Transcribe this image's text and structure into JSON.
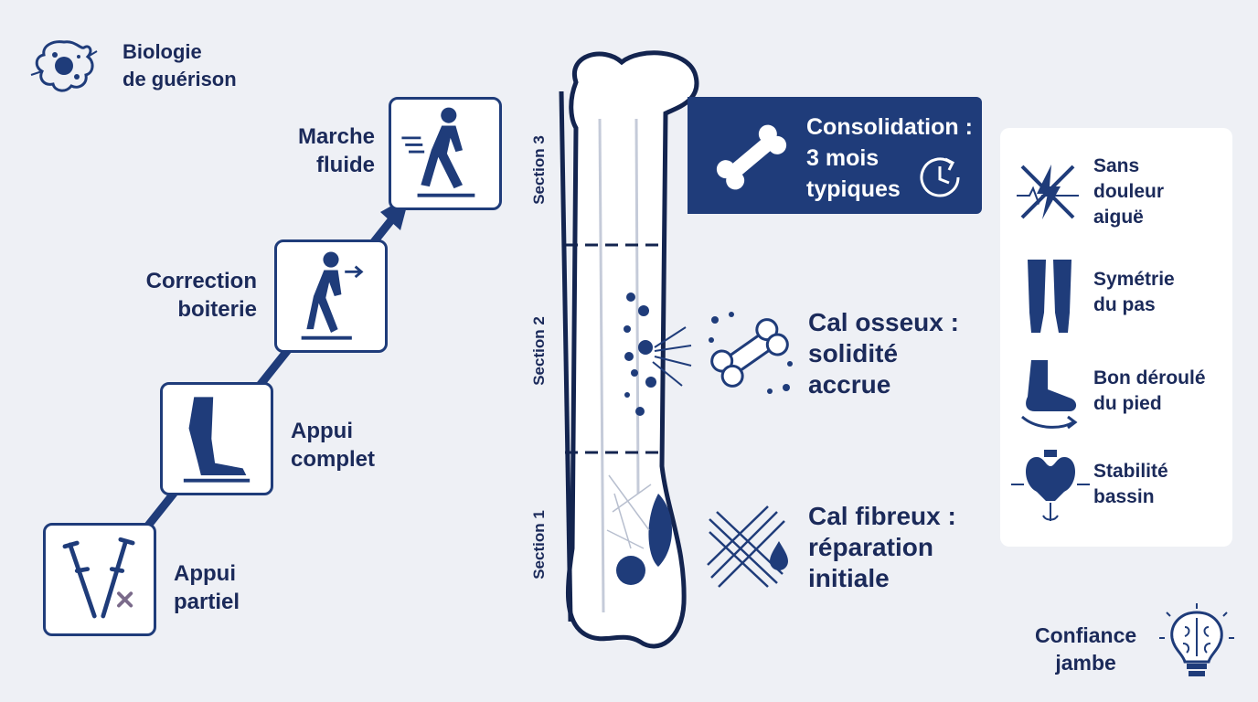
{
  "biology": {
    "line1": "Biologie",
    "line2": "de guérison"
  },
  "steps": [
    {
      "line1": "Appui",
      "line2": "partiel"
    },
    {
      "line1": "Appui",
      "line2": "complet"
    },
    {
      "line1": "Correction",
      "line2": "boiterie"
    },
    {
      "line1": "Marche",
      "line2": "fluide"
    }
  ],
  "sections": [
    "Section 3",
    "Section 2",
    "Section 1"
  ],
  "consolidation": {
    "line1": "Consolidation :",
    "line2": "3 mois",
    "line3": "typiques"
  },
  "cal_osseux": {
    "line1": "Cal osseux :",
    "line2": "solidité",
    "line3": "accrue"
  },
  "cal_fibreux": {
    "line1": "Cal fibreux :",
    "line2": "réparation",
    "line3": "initiale"
  },
  "outcomes": [
    {
      "line1": "Sans",
      "line2": "douleur",
      "line3": "aiguë"
    },
    {
      "line1": "Symétrie",
      "line2": "du pas"
    },
    {
      "line1": "Bon déroulé",
      "line2": "du pied"
    },
    {
      "line1": "Stabilité",
      "line2": "bassin"
    }
  ],
  "confidence": {
    "line1": "Confiance",
    "line2": "jambe"
  },
  "colors": {
    "navy": "#1f3c7a",
    "dark_text": "#1b2a5a",
    "background": "#eef0f5",
    "accent_x": "#7a6a8a"
  }
}
